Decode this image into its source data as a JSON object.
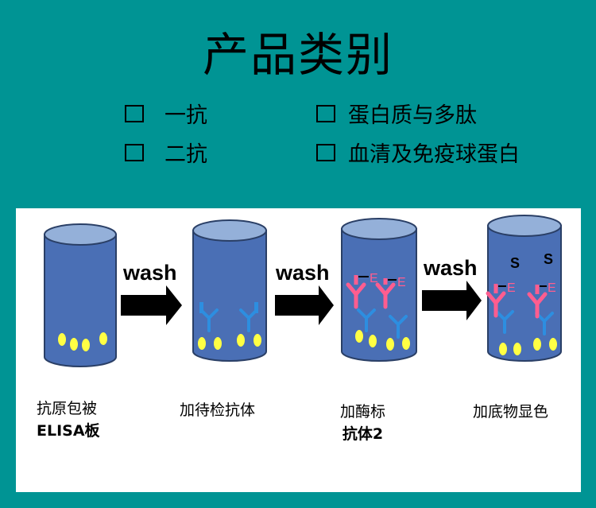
{
  "title": "产品类别",
  "categories": [
    {
      "label": "一抗"
    },
    {
      "label": "二抗"
    },
    {
      "label": "蛋白质与多肽"
    },
    {
      "label": "血清及免疫球蛋白"
    }
  ],
  "steps": [
    {
      "caption_line1": "抗原包被",
      "caption_line2": "ELISA板"
    },
    {
      "caption_line1": "加待检抗体",
      "caption_line2": ""
    },
    {
      "caption_line1": "加酶标",
      "caption_line2": "抗体2"
    },
    {
      "caption_line1": "加底物显色",
      "caption_line2": ""
    }
  ],
  "arrows": [
    {
      "label": "wash"
    },
    {
      "label": "wash"
    },
    {
      "label": "wash"
    }
  ],
  "markers": {
    "enzyme": "E",
    "substrate": "S"
  },
  "colors": {
    "background": "#009494",
    "panel": "#ffffff",
    "well_body": "#4a6fb5",
    "well_top": "#94b0d9",
    "antigen": "#ffff44",
    "antibody": "#2d8ee0",
    "labeled_antibody": "#ff5d8f",
    "enzyme_label": "#ff5d8f"
  }
}
